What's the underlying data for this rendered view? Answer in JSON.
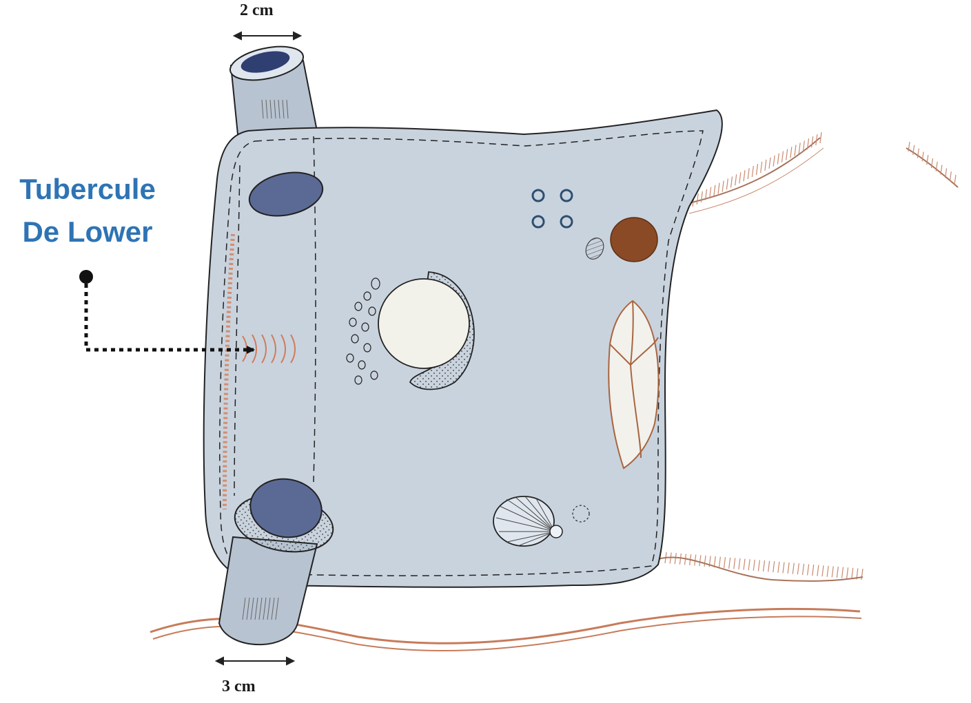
{
  "callout": {
    "line1": "Tubercule",
    "line2": "De Lower"
  },
  "dimensions": {
    "top": "2 cm",
    "bottom": "3 cm"
  },
  "colors": {
    "callout_text": "#2e74b5",
    "atrium_fill": "#c9d3de",
    "vessel_fill": "#b7c3d1",
    "vessel_lumen": "#2f3f72",
    "vein_lumen": "#5b6a95",
    "muscle_pink": "#c77b5a",
    "brown_dot": "#8a4a25",
    "outline": "#222222"
  },
  "icons": {
    "arrow": "dotted-arrow-right"
  }
}
